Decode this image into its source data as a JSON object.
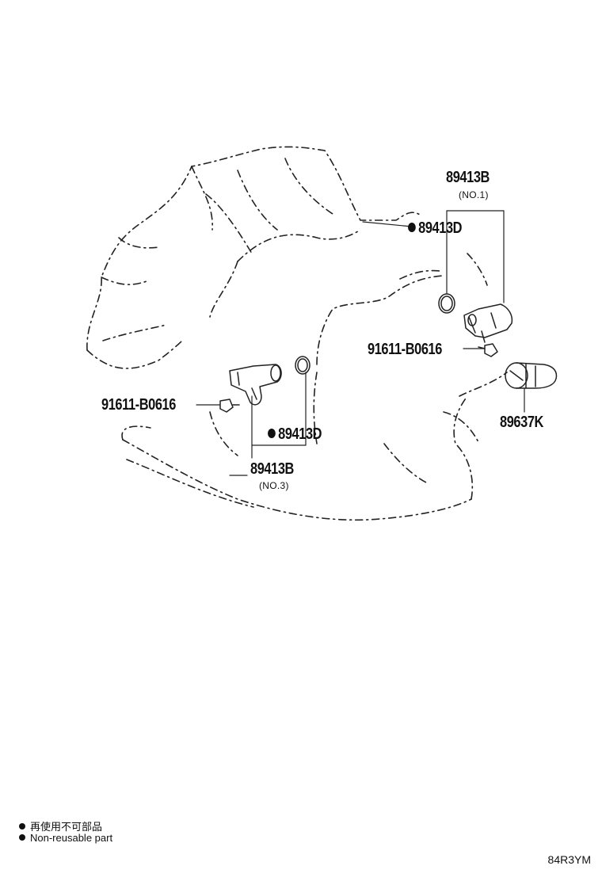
{
  "parts": {
    "sensor_no1": {
      "number": "89413B",
      "note": "(NO.1)"
    },
    "gasket_top": {
      "number": "89413D"
    },
    "bolt_right": {
      "number": "91611-B0616"
    },
    "sensor_right": {
      "number": "89637K"
    },
    "bolt_left": {
      "number": "91611-B0616"
    },
    "gasket_mid": {
      "number": "89413D"
    },
    "sensor_no3": {
      "number": "89413B",
      "note": "(NO.3)"
    }
  },
  "legend": {
    "line1": "再使用不可部品",
    "line2": "Non-reusable part"
  },
  "illustration_id": "84R3YM"
}
